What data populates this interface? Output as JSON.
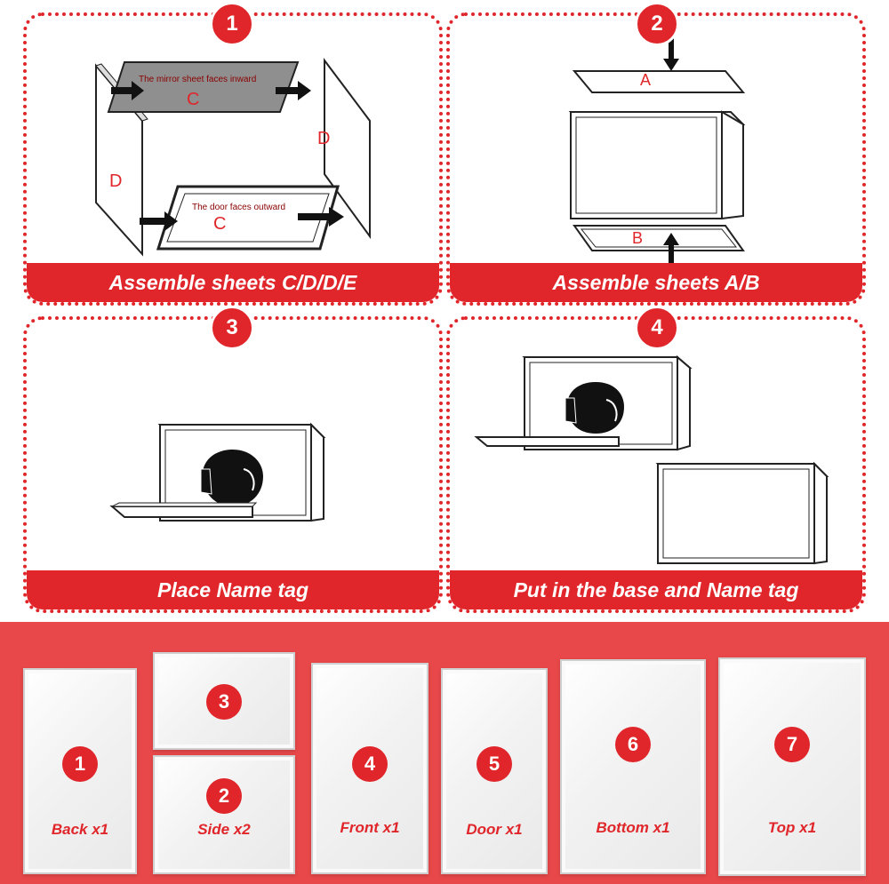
{
  "steps": [
    {
      "number": "1",
      "caption": "Assemble sheets C/D/D/E",
      "labels": {
        "mirror_note": "The mirror sheet faces inward",
        "door_note": "The door faces outward",
        "c_top": "C",
        "c_bottom": "C",
        "d_left": "D",
        "d_right": "D"
      }
    },
    {
      "number": "2",
      "caption": "Assemble sheets A/B",
      "labels": {
        "a": "A",
        "b": "B"
      }
    },
    {
      "number": "3",
      "caption": "Place Name tag"
    },
    {
      "number": "4",
      "caption": "Put in the base and Name tag"
    }
  ],
  "pieces": [
    {
      "number": "1",
      "label": "Back x1"
    },
    {
      "number": "3",
      "label": ""
    },
    {
      "number": "2",
      "label": "Side x2"
    },
    {
      "number": "4",
      "label": "Front x1"
    },
    {
      "number": "5",
      "label": "Door x1"
    },
    {
      "number": "6",
      "label": "Bottom x1"
    },
    {
      "number": "7",
      "label": "Top x1"
    }
  ],
  "colors": {
    "accent": "#e0262a",
    "bottom_bg": "#e8484a",
    "label_red": "#e0262a"
  }
}
